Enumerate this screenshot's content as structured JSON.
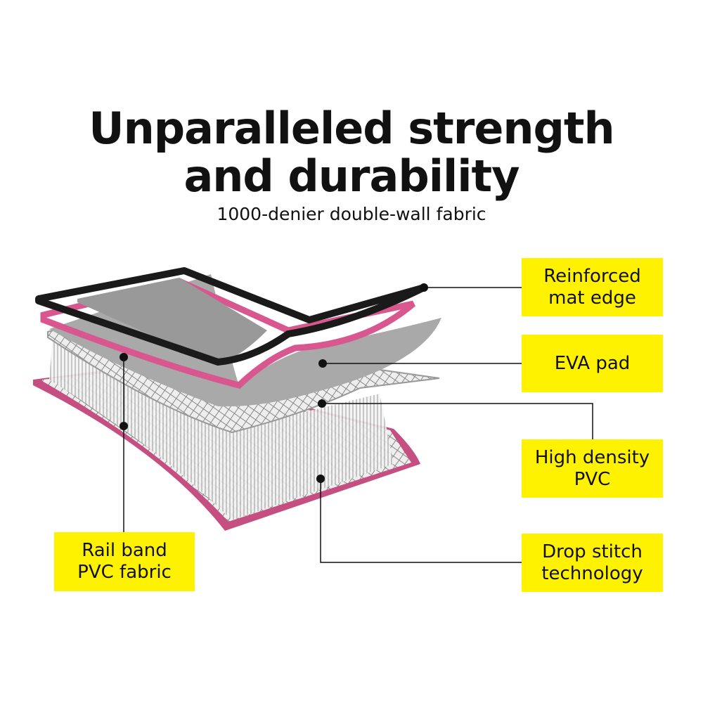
{
  "heading": {
    "line1": "Unparalleled strength",
    "line2": "and durability",
    "subtitle": "1000-denier double-wall fabric"
  },
  "labels": {
    "reinforced": {
      "line1": "Reinforced",
      "line2": "mat edge"
    },
    "eva": {
      "line1": "EVA pad"
    },
    "pvc": {
      "line1": "High density",
      "line2": "PVC"
    },
    "drop": {
      "line1": "Drop stitch",
      "line2": "technology"
    },
    "rail": {
      "line1": "Rail band",
      "line2": "PVC fabric"
    }
  },
  "colors": {
    "label_bg": "#fff200",
    "pink": "#d9578f",
    "black_edge": "#1a1a1a",
    "eva_gray": "#a9a9a9"
  }
}
